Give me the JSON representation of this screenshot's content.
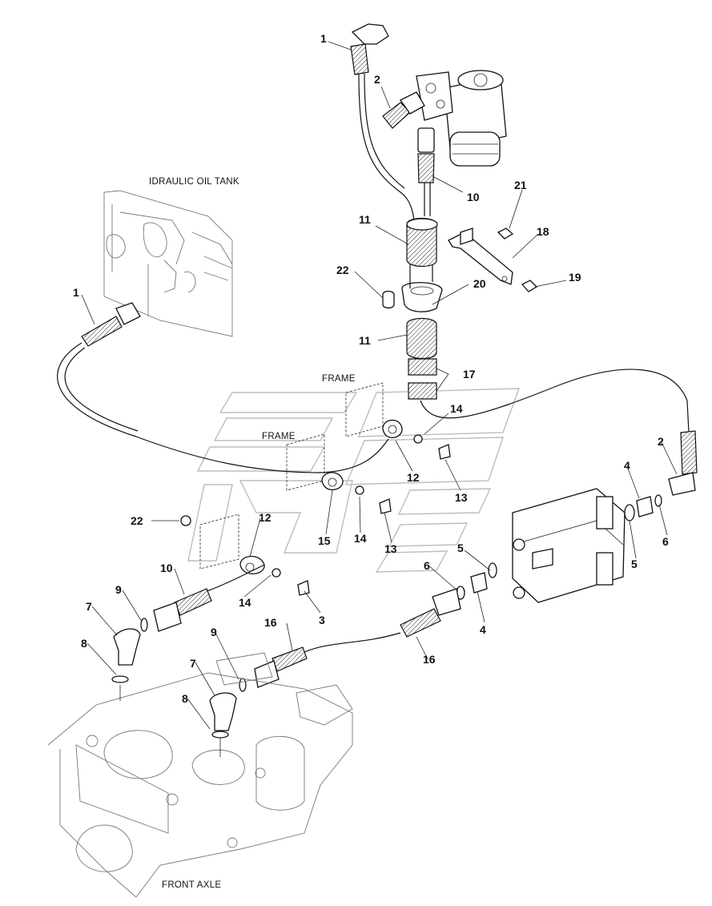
{
  "captions": {
    "tank": "IDRAULIC OIL TANK",
    "frame_1": "FRAME",
    "frame_2": "FRAME",
    "axle": "FRONT AXLE"
  },
  "callouts": [
    {
      "id": "c1a",
      "label": "1"
    },
    {
      "id": "c2a",
      "label": "2"
    },
    {
      "id": "c10a",
      "label": "10"
    },
    {
      "id": "c21",
      "label": "21"
    },
    {
      "id": "c18",
      "label": "18"
    },
    {
      "id": "c11a",
      "label": "11"
    },
    {
      "id": "c22a",
      "label": "22"
    },
    {
      "id": "c20",
      "label": "20"
    },
    {
      "id": "c19",
      "label": "19"
    },
    {
      "id": "c1b",
      "label": "1"
    },
    {
      "id": "c11b",
      "label": "11"
    },
    {
      "id": "c17",
      "label": "17"
    },
    {
      "id": "c14a",
      "label": "14"
    },
    {
      "id": "c2b",
      "label": "2"
    },
    {
      "id": "c4a",
      "label": "4"
    },
    {
      "id": "c12a",
      "label": "12"
    },
    {
      "id": "c13a",
      "label": "13"
    },
    {
      "id": "c6a",
      "label": "6"
    },
    {
      "id": "c22b",
      "label": "22"
    },
    {
      "id": "c12b",
      "label": "12"
    },
    {
      "id": "c15",
      "label": "15"
    },
    {
      "id": "c14b",
      "label": "14"
    },
    {
      "id": "c5a",
      "label": "5"
    },
    {
      "id": "c13b",
      "label": "13"
    },
    {
      "id": "c5b",
      "label": "5"
    },
    {
      "id": "c10b",
      "label": "10"
    },
    {
      "id": "c6b",
      "label": "6"
    },
    {
      "id": "c9a",
      "label": "9"
    },
    {
      "id": "c14c",
      "label": "14"
    },
    {
      "id": "c7a",
      "label": "7"
    },
    {
      "id": "c3",
      "label": "3"
    },
    {
      "id": "c4b",
      "label": "4"
    },
    {
      "id": "c16a",
      "label": "16"
    },
    {
      "id": "c8a",
      "label": "8"
    },
    {
      "id": "c9b",
      "label": "9"
    },
    {
      "id": "c16b",
      "label": "16"
    },
    {
      "id": "c7b",
      "label": "7"
    },
    {
      "id": "c8b",
      "label": "8"
    }
  ]
}
